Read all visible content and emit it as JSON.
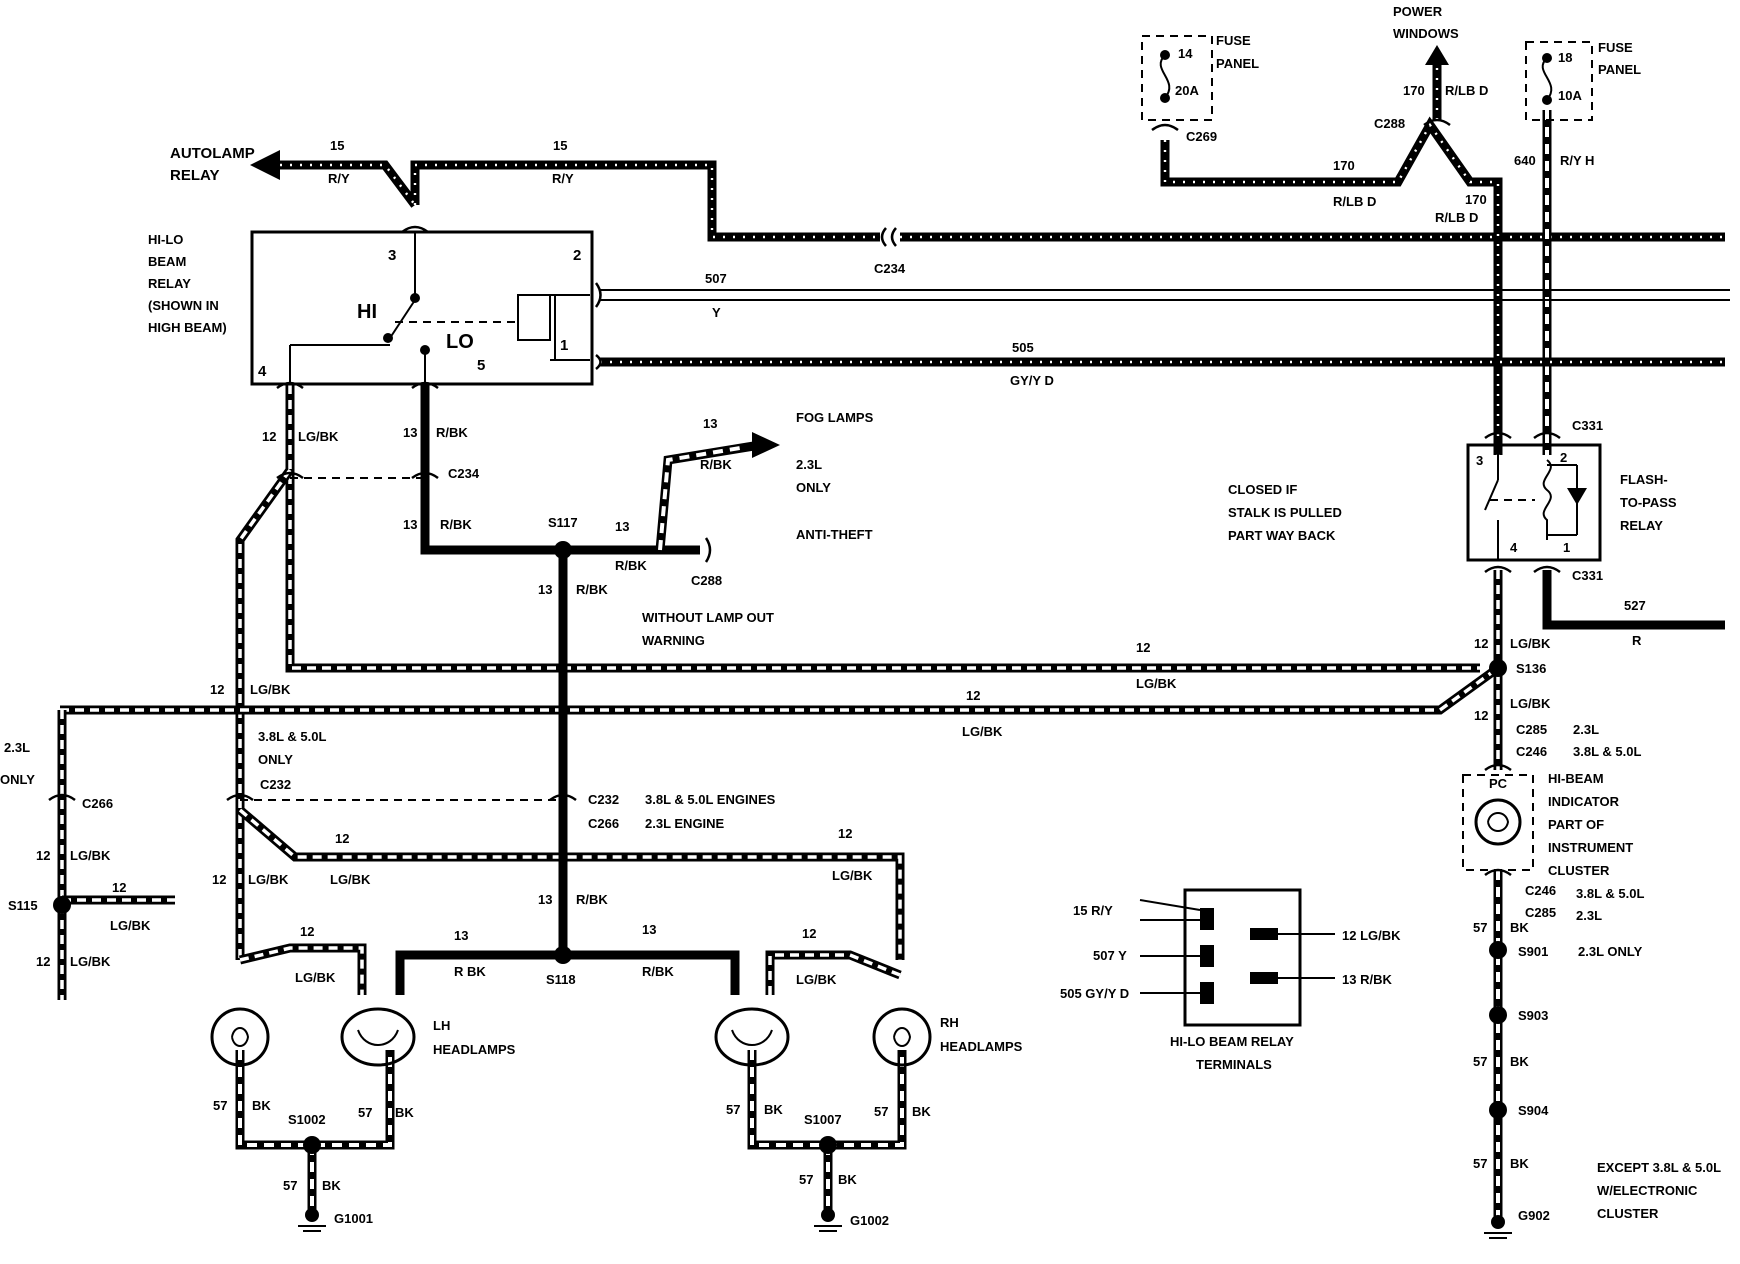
{
  "labels": {
    "autolamp": [
      "AUTOLAMP",
      "RELAY"
    ],
    "hilo_relay": [
      "HI-LO",
      "BEAM",
      "RELAY",
      "(SHOWN IN",
      "HIGH BEAM)"
    ],
    "relay_hi": "HI",
    "relay_lo": "LO",
    "pin3": "3",
    "pin2": "2",
    "pin4": "4",
    "pin5": "5",
    "pin1": "1",
    "fuse14": [
      "14",
      "20A"
    ],
    "fuse_panel_a": [
      "FUSE",
      "PANEL"
    ],
    "fuse18": [
      "18",
      "10A"
    ],
    "fuse_panel_b": [
      "FUSE",
      "PANEL"
    ],
    "power_windows": [
      "POWER",
      "WINDOWS"
    ],
    "fog_lamps": "FOG LAMPS",
    "fog_23": [
      "2.3L",
      "ONLY"
    ],
    "anti_theft": "ANTI-THEFT",
    "without_lamp": [
      "WITHOUT LAMP OUT",
      "WARNING"
    ],
    "closed_if": [
      "CLOSED IF",
      "STALK IS PULLED",
      "PART WAY BACK"
    ],
    "flash_pass": [
      "FLASH-",
      "TO-PASS",
      "RELAY"
    ],
    "hibeam_ind": [
      "HI-BEAM",
      "INDICATOR",
      "PART OF",
      "INSTRUMENT",
      "CLUSTER"
    ],
    "pc": "PC",
    "lh_head": [
      "LH",
      "HEADLAMPS"
    ],
    "rh_head": [
      "RH",
      "HEADLAMPS"
    ],
    "relay_terms": [
      "HI-LO BEAM RELAY",
      "TERMINALS"
    ],
    "except": [
      "EXCEPT 3.8L & 5.0L",
      "W/ELECTRONIC",
      "CLUSTER"
    ],
    "only_23": [
      "2.3L",
      "ONLY"
    ],
    "engines_38": "3.8L & 5.0L",
    "only": "ONLY",
    "c232_text": "3.8L & 5.0L ENGINES",
    "c266_text": "2.3L ENGINE",
    "c285_23": "2.3L",
    "c246_38": "3.8L & 5.0L",
    "c246b_38": "3.8L & 5.0L",
    "c285b_23": "2.3L",
    "s901_note": "2.3L ONLY"
  },
  "connectors": {
    "c234a": "C234",
    "c234b": "C234",
    "c269": "C269",
    "c288a": "C288",
    "c288b": "C288",
    "c331a": "C331",
    "c331b": "C331",
    "c232a": "C232",
    "c232b": "C232",
    "c266a": "C266",
    "c266b": "C266",
    "c285a": "C285",
    "c246a": "C246",
    "c246b": "C246",
    "c285b": "C285"
  },
  "splices": {
    "s117": "S117",
    "s118": "S118",
    "s115": "S115",
    "s136": "S136",
    "s901": "S901",
    "s903": "S903",
    "s904": "S904",
    "s1002": "S1002",
    "s1007": "S1007"
  },
  "grounds": {
    "g1001": "G1001",
    "g1002": "G1002",
    "g902": "G902"
  },
  "wires": {
    "w15a": [
      "15",
      "R/Y"
    ],
    "w15b": [
      "15",
      "R/Y"
    ],
    "w170a": [
      "170",
      "R/LB D"
    ],
    "w170b": [
      "170",
      "R/LB D"
    ],
    "w170c": [
      "170",
      "R/LB D"
    ],
    "w640": [
      "640",
      "R/Y H"
    ],
    "w507": [
      "507",
      "Y"
    ],
    "w505": [
      "505",
      "GY/Y D"
    ],
    "w12a": [
      "12",
      "LG/BK"
    ],
    "w13a": [
      "13",
      "R/BK"
    ],
    "w13b": [
      "13",
      "R/BK"
    ],
    "w13fog": [
      "13",
      "R/BK"
    ],
    "w13s117": [
      "13",
      "R/BK"
    ],
    "w13down": [
      "13",
      "R/BK"
    ],
    "w12top": [
      "12",
      "LG/BK"
    ],
    "w12mid": [
      "12",
      "LG/BK"
    ],
    "w12left": [
      "12",
      "LG/BK"
    ],
    "w12s136a": [
      "12",
      "LG/BK"
    ],
    "w12s136b": [
      "12",
      "LG/BK"
    ],
    "w527": [
      "527",
      "R"
    ],
    "w12lower": [
      "12",
      "LG/BK"
    ],
    "w12lowl": [
      "12",
      "LG/BK"
    ],
    "w12rt": [
      "12",
      "LG/BK"
    ],
    "w12s115a": [
      "12",
      "LG/BK"
    ],
    "w12s115b": [
      "12",
      "LG/BK"
    ],
    "w12s115c": [
      "12",
      "LG/BK"
    ],
    "w13c232": [
      "13",
      "R/BK"
    ],
    "w12lh": [
      "12",
      "LG/BK"
    ],
    "w13lh": [
      "13",
      "R BK"
    ],
    "w13rh": [
      "13",
      "R/BK"
    ],
    "w12rh": [
      "12",
      "LG/BK"
    ],
    "w57a": [
      "57",
      "BK"
    ],
    "w57b": [
      "57",
      "BK"
    ],
    "w57c": [
      "57",
      "BK"
    ],
    "w57d": [
      "57",
      "BK"
    ],
    "w57e": [
      "57",
      "BK"
    ],
    "w57f": [
      "57",
      "BK"
    ],
    "w57g": [
      "57",
      "BK"
    ],
    "w57h": [
      "57",
      "BK"
    ],
    "w57i": [
      "57",
      "BK"
    ]
  },
  "terminals": {
    "t15": "15 R/Y",
    "t507": "507 Y",
    "t505": "505 GY/Y D",
    "t12": "12 LG/BK",
    "t13": "13 R/BK"
  }
}
